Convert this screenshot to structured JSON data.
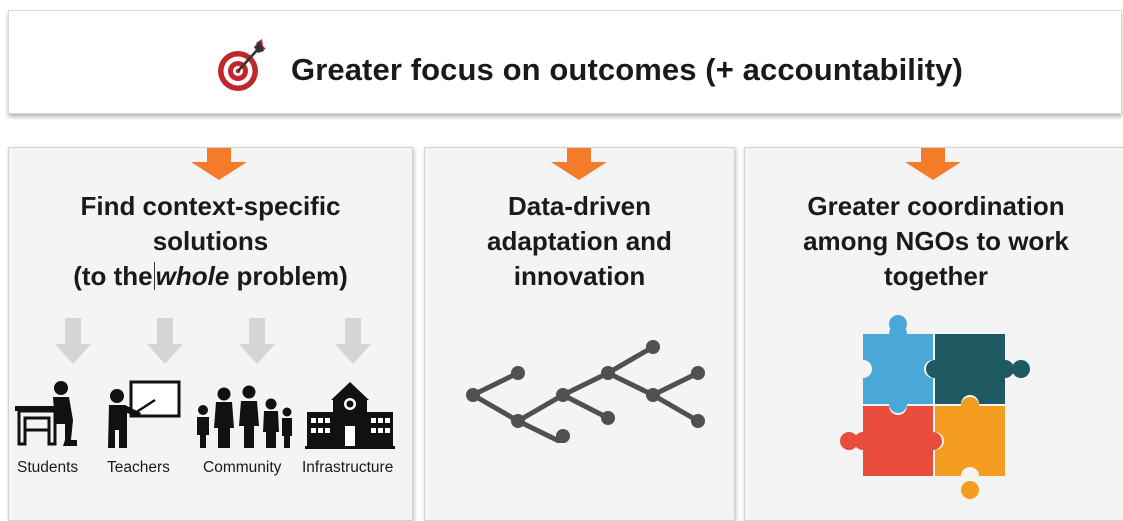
{
  "header": {
    "title": "Greater focus on outcomes (+ accountability)",
    "icon": "target-icon"
  },
  "columns": [
    {
      "title_lines": [
        "Find context-specific",
        "solutions"
      ],
      "title_line3_pre": "(to the",
      "title_line3_em": "whole",
      "title_line3_post": " problem)",
      "sub_items": [
        {
          "label": "Students",
          "icon": "student-desk-icon"
        },
        {
          "label": "Teachers",
          "icon": "teacher-board-icon"
        },
        {
          "label": "Community",
          "icon": "family-icon"
        },
        {
          "label": "Infrastructure",
          "icon": "school-building-icon"
        }
      ]
    },
    {
      "title_lines": [
        "Data-driven",
        "adaptation and",
        "innovation"
      ],
      "icon": "network-graph-icon"
    },
    {
      "title_lines": [
        "Greater coordination",
        "among NGOs to work",
        "together"
      ],
      "icon": "puzzle-icon"
    }
  ],
  "colors": {
    "arrow_orange": "#f47b2a",
    "sub_arrow_gray": "#d5d5d5",
    "target_red": "#c0272d",
    "graph_gray": "#505050",
    "puzzle_blue": "#4aa8d8",
    "puzzle_teal": "#1f5a63",
    "puzzle_red": "#e74c3c",
    "puzzle_orange": "#f39c1f"
  }
}
